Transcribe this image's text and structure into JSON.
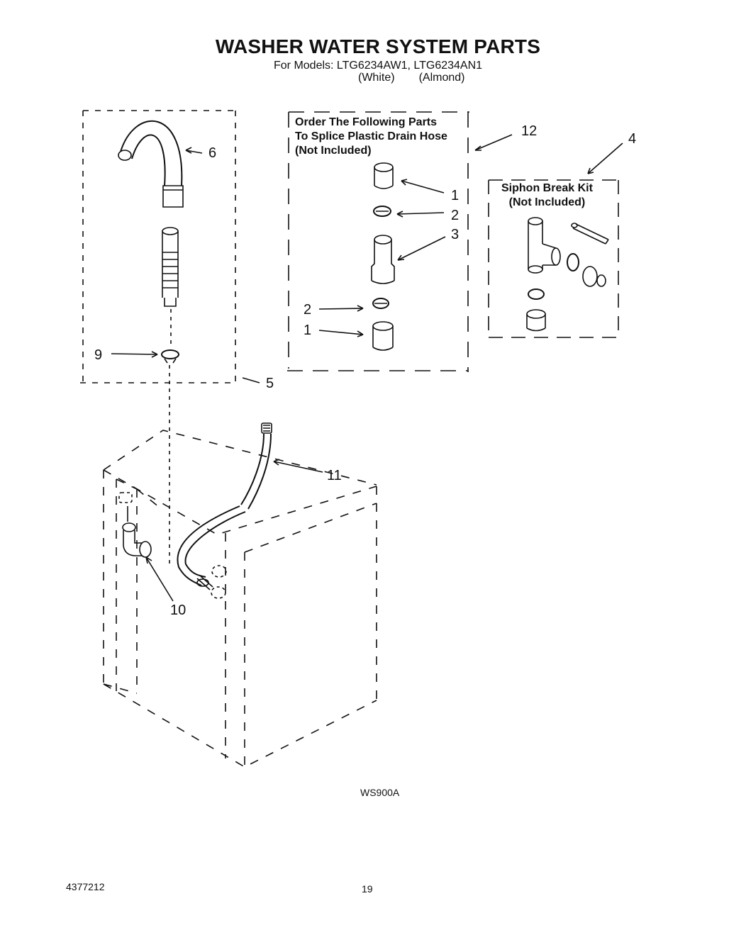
{
  "title": "WASHER WATER SYSTEM PARTS",
  "models_line": "For Models: LTG6234AW1, LTG6234AN1",
  "variants": [
    "(White)",
    "(Almond)"
  ],
  "splice_box": {
    "lines": [
      "Order The Following Parts",
      "To Splice Plastic Drain Hose",
      "(Not Included)"
    ]
  },
  "siphon_box": {
    "lines": [
      "Siphon Break Kit",
      "(Not Included)"
    ]
  },
  "callouts": {
    "c6": "6",
    "c9": "9",
    "c5": "5",
    "c12": "12",
    "c4": "4",
    "c1a": "1",
    "c2a": "2",
    "c3": "3",
    "c2b": "2",
    "c1b": "1",
    "c11": "11",
    "c10": "10"
  },
  "figure_code": "WS900A",
  "part_number": "4377212",
  "page_number": "19"
}
